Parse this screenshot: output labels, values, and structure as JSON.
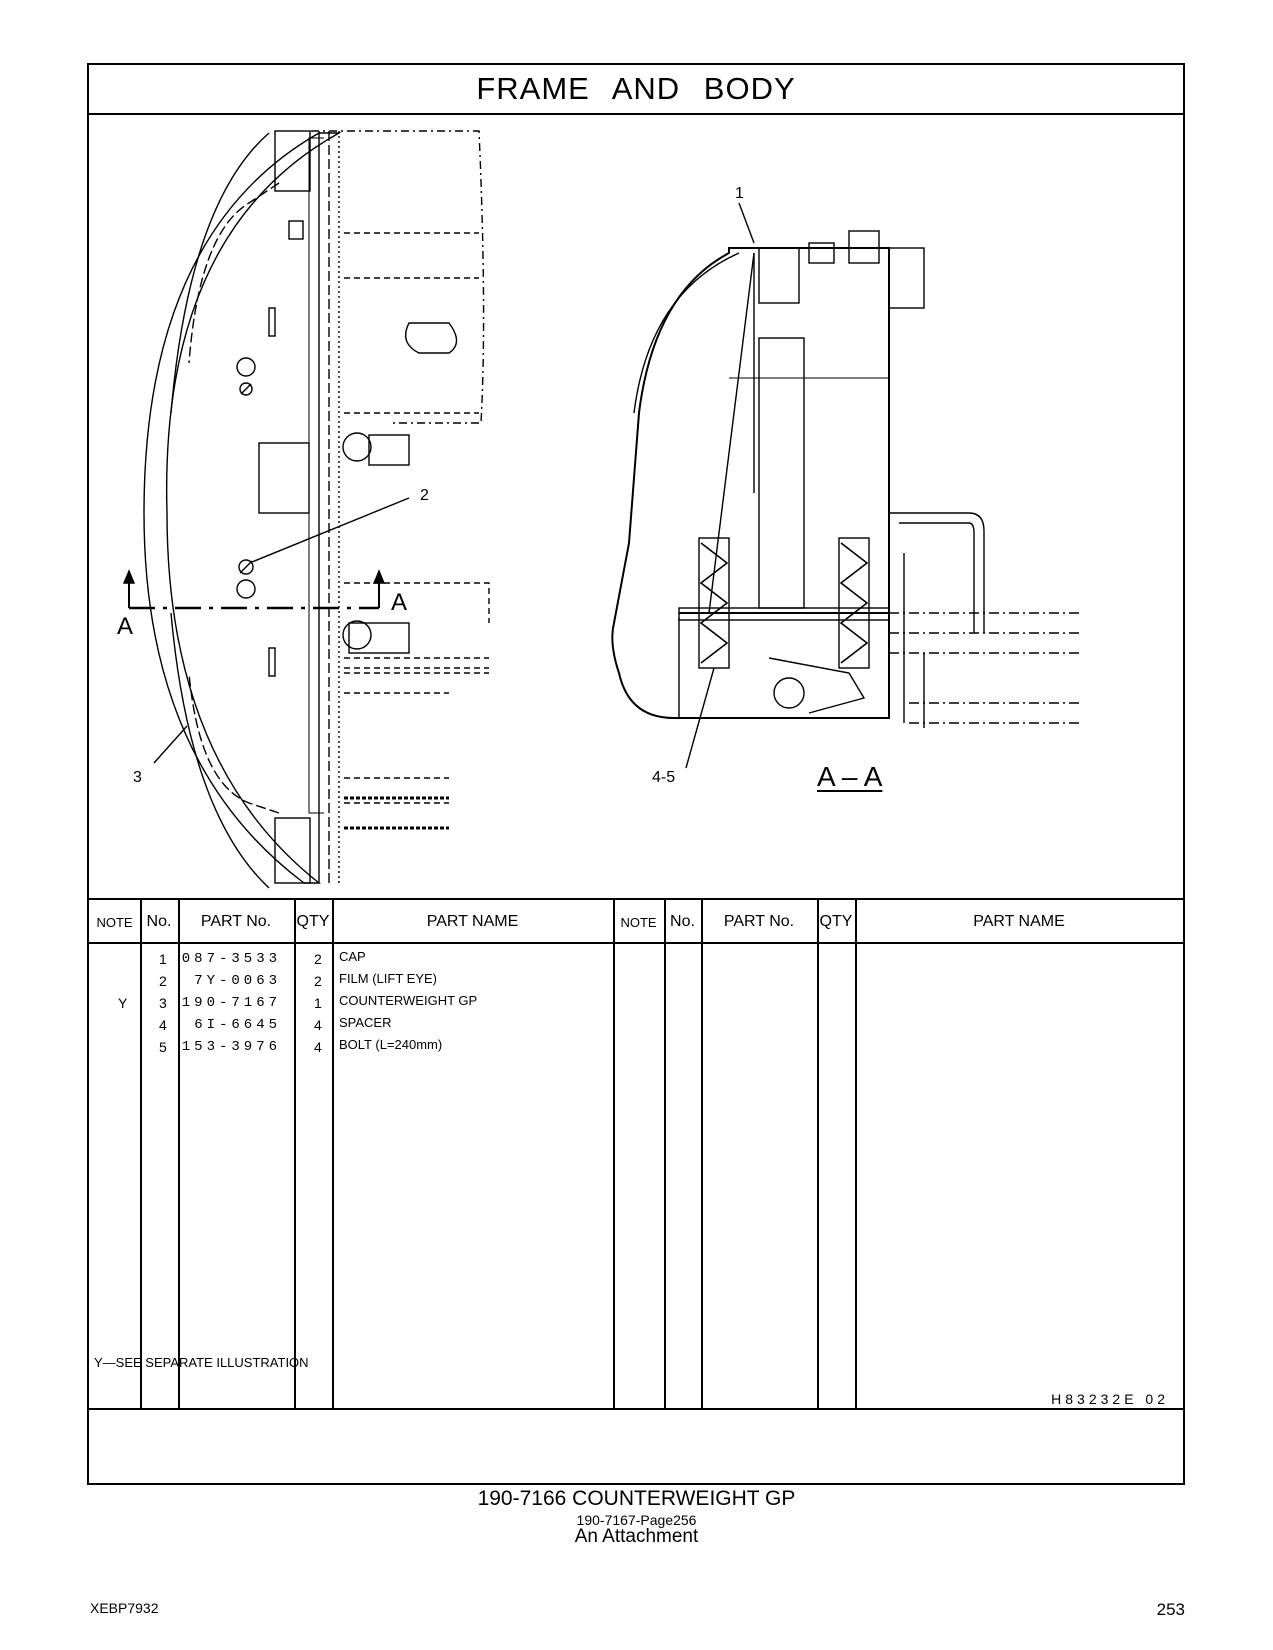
{
  "header": {
    "title": "FRAME AND BODY"
  },
  "illustration": {
    "callouts": [
      "1",
      "2",
      "3",
      "4-5"
    ],
    "section_marker": "A",
    "section_title": "A – A"
  },
  "table": {
    "headers": {
      "note": "NOTE",
      "no": "No.",
      "part_no": "PART No.",
      "qty": "QTY",
      "part_name": "PART NAME"
    },
    "rows": [
      {
        "note": "",
        "no": "1",
        "part_no": "087-3533",
        "qty": "2",
        "part_name": "CAP"
      },
      {
        "note": "",
        "no": "2",
        "part_no": "7Y-0063",
        "qty": "2",
        "part_name": "FILM (LIFT  EYE)"
      },
      {
        "note": "Y",
        "no": "3",
        "part_no": "190-7167",
        "qty": "1",
        "part_name": "COUNTERWEIGHT  GP"
      },
      {
        "note": "",
        "no": "4",
        "part_no": "6I-6645",
        "qty": "4",
        "part_name": "SPACER"
      },
      {
        "note": "",
        "no": "5",
        "part_no": "153-3976",
        "qty": "4",
        "part_name": "BOLT (L=240mm)"
      }
    ]
  },
  "footnote": "Y—SEE  SEPARATE  ILLUSTRATION",
  "illustration_code": "H83232E   02",
  "caption": {
    "group": "190-7166   COUNTERWEIGHT  GP",
    "ref": "190-7167-Page256",
    "type": "An Attachment"
  },
  "page": {
    "doc_id": "XEBP7932",
    "number": "253"
  }
}
